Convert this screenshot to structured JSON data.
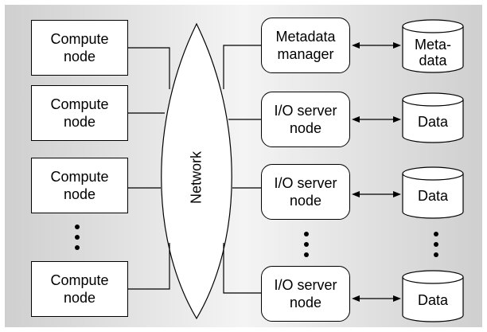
{
  "compute_nodes": [
    {
      "line1": "Compute",
      "line2": "node"
    },
    {
      "line1": "Compute",
      "line2": "node"
    },
    {
      "line1": "Compute",
      "line2": "node"
    },
    {
      "line1": "Compute",
      "line2": "node"
    }
  ],
  "network": {
    "label": "Network"
  },
  "server_nodes": [
    {
      "line1": "Metadata",
      "line2": "manager"
    },
    {
      "line1": "I/O server",
      "line2": "node"
    },
    {
      "line1": "I/O server",
      "line2": "node"
    },
    {
      "line1": "I/O server",
      "line2": "node"
    }
  ],
  "storage": [
    {
      "line1": "Meta-",
      "line2": "data"
    },
    {
      "line1": "Data",
      "line2": ""
    },
    {
      "line1": "Data",
      "line2": ""
    },
    {
      "line1": "Data",
      "line2": ""
    }
  ]
}
